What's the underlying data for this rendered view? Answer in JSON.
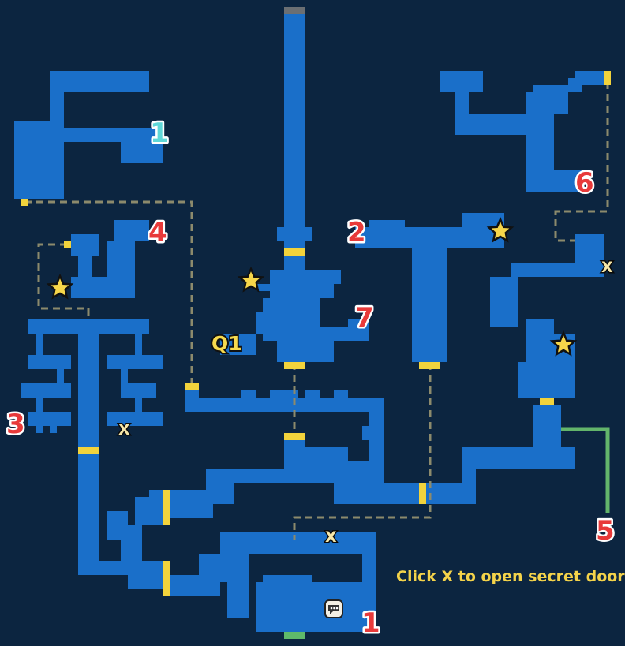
{
  "colors": {
    "background": "#0c2540",
    "floor": "#1a6fc9",
    "door": "#f2d33c",
    "path": "#8c8a6c",
    "exit_route": "#63b56b",
    "entry_top": "#6b6f73",
    "entry_bottom": "#5fb96a",
    "label_red": "#e83a3a",
    "label_cyan": "#5fd8d8",
    "star": "#f6d64a"
  },
  "labels": {
    "n1_top": "1",
    "n1_bottom": "1",
    "n2": "2",
    "n3": "3",
    "n4": "4",
    "n5": "5",
    "n6": "6",
    "n7": "7",
    "q1": "Q1"
  },
  "markers": {
    "x1": "X",
    "x2": "X",
    "x3": "X"
  },
  "instruction": "Click X to open secret door",
  "icons": [
    "star-icon",
    "npc-speech-icon"
  ]
}
